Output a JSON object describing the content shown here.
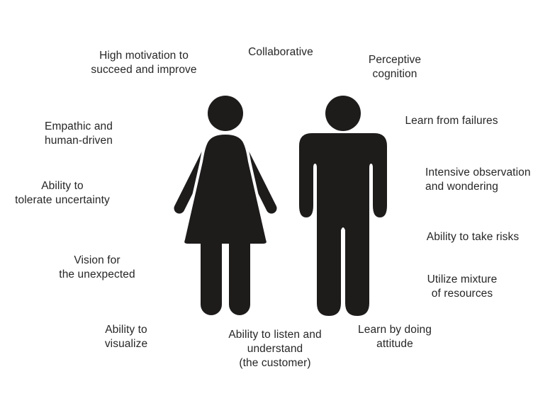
{
  "diagram": {
    "description": "Two restroom-style human silhouettes (female left, male right) surrounded by trait labels",
    "background_color": "#ffffff",
    "text_color": "#262626",
    "figure_color": "#1e1b1b",
    "figures": [
      {
        "id": "female",
        "name": "female silhouette"
      },
      {
        "id": "male",
        "name": "male silhouette"
      }
    ],
    "labels": [
      {
        "id": "high-motivation",
        "text": "High motivation to\nsucceed and improve"
      },
      {
        "id": "collaborative",
        "text": "Collaborative"
      },
      {
        "id": "perceptive",
        "text": "Perceptive\ncognition"
      },
      {
        "id": "empathic",
        "text": "Empathic and\nhuman-driven"
      },
      {
        "id": "learn-failures",
        "text": "Learn from failures"
      },
      {
        "id": "tolerate",
        "text": "Ability to\ntolerate uncertainty"
      },
      {
        "id": "intensive",
        "text": "Intensive observation\nand wondering"
      },
      {
        "id": "vision",
        "text": "Vision for\nthe unexpected"
      },
      {
        "id": "take-risks",
        "text": "Ability to take risks"
      },
      {
        "id": "utilize",
        "text": "Utilize mixture\nof resources"
      },
      {
        "id": "visualize",
        "text": "Ability to\nvisualize"
      },
      {
        "id": "listen",
        "text": "Ability to listen and\nunderstand\n(the customer)"
      },
      {
        "id": "learn-doing",
        "text": "Learn by doing\nattitude"
      }
    ]
  }
}
